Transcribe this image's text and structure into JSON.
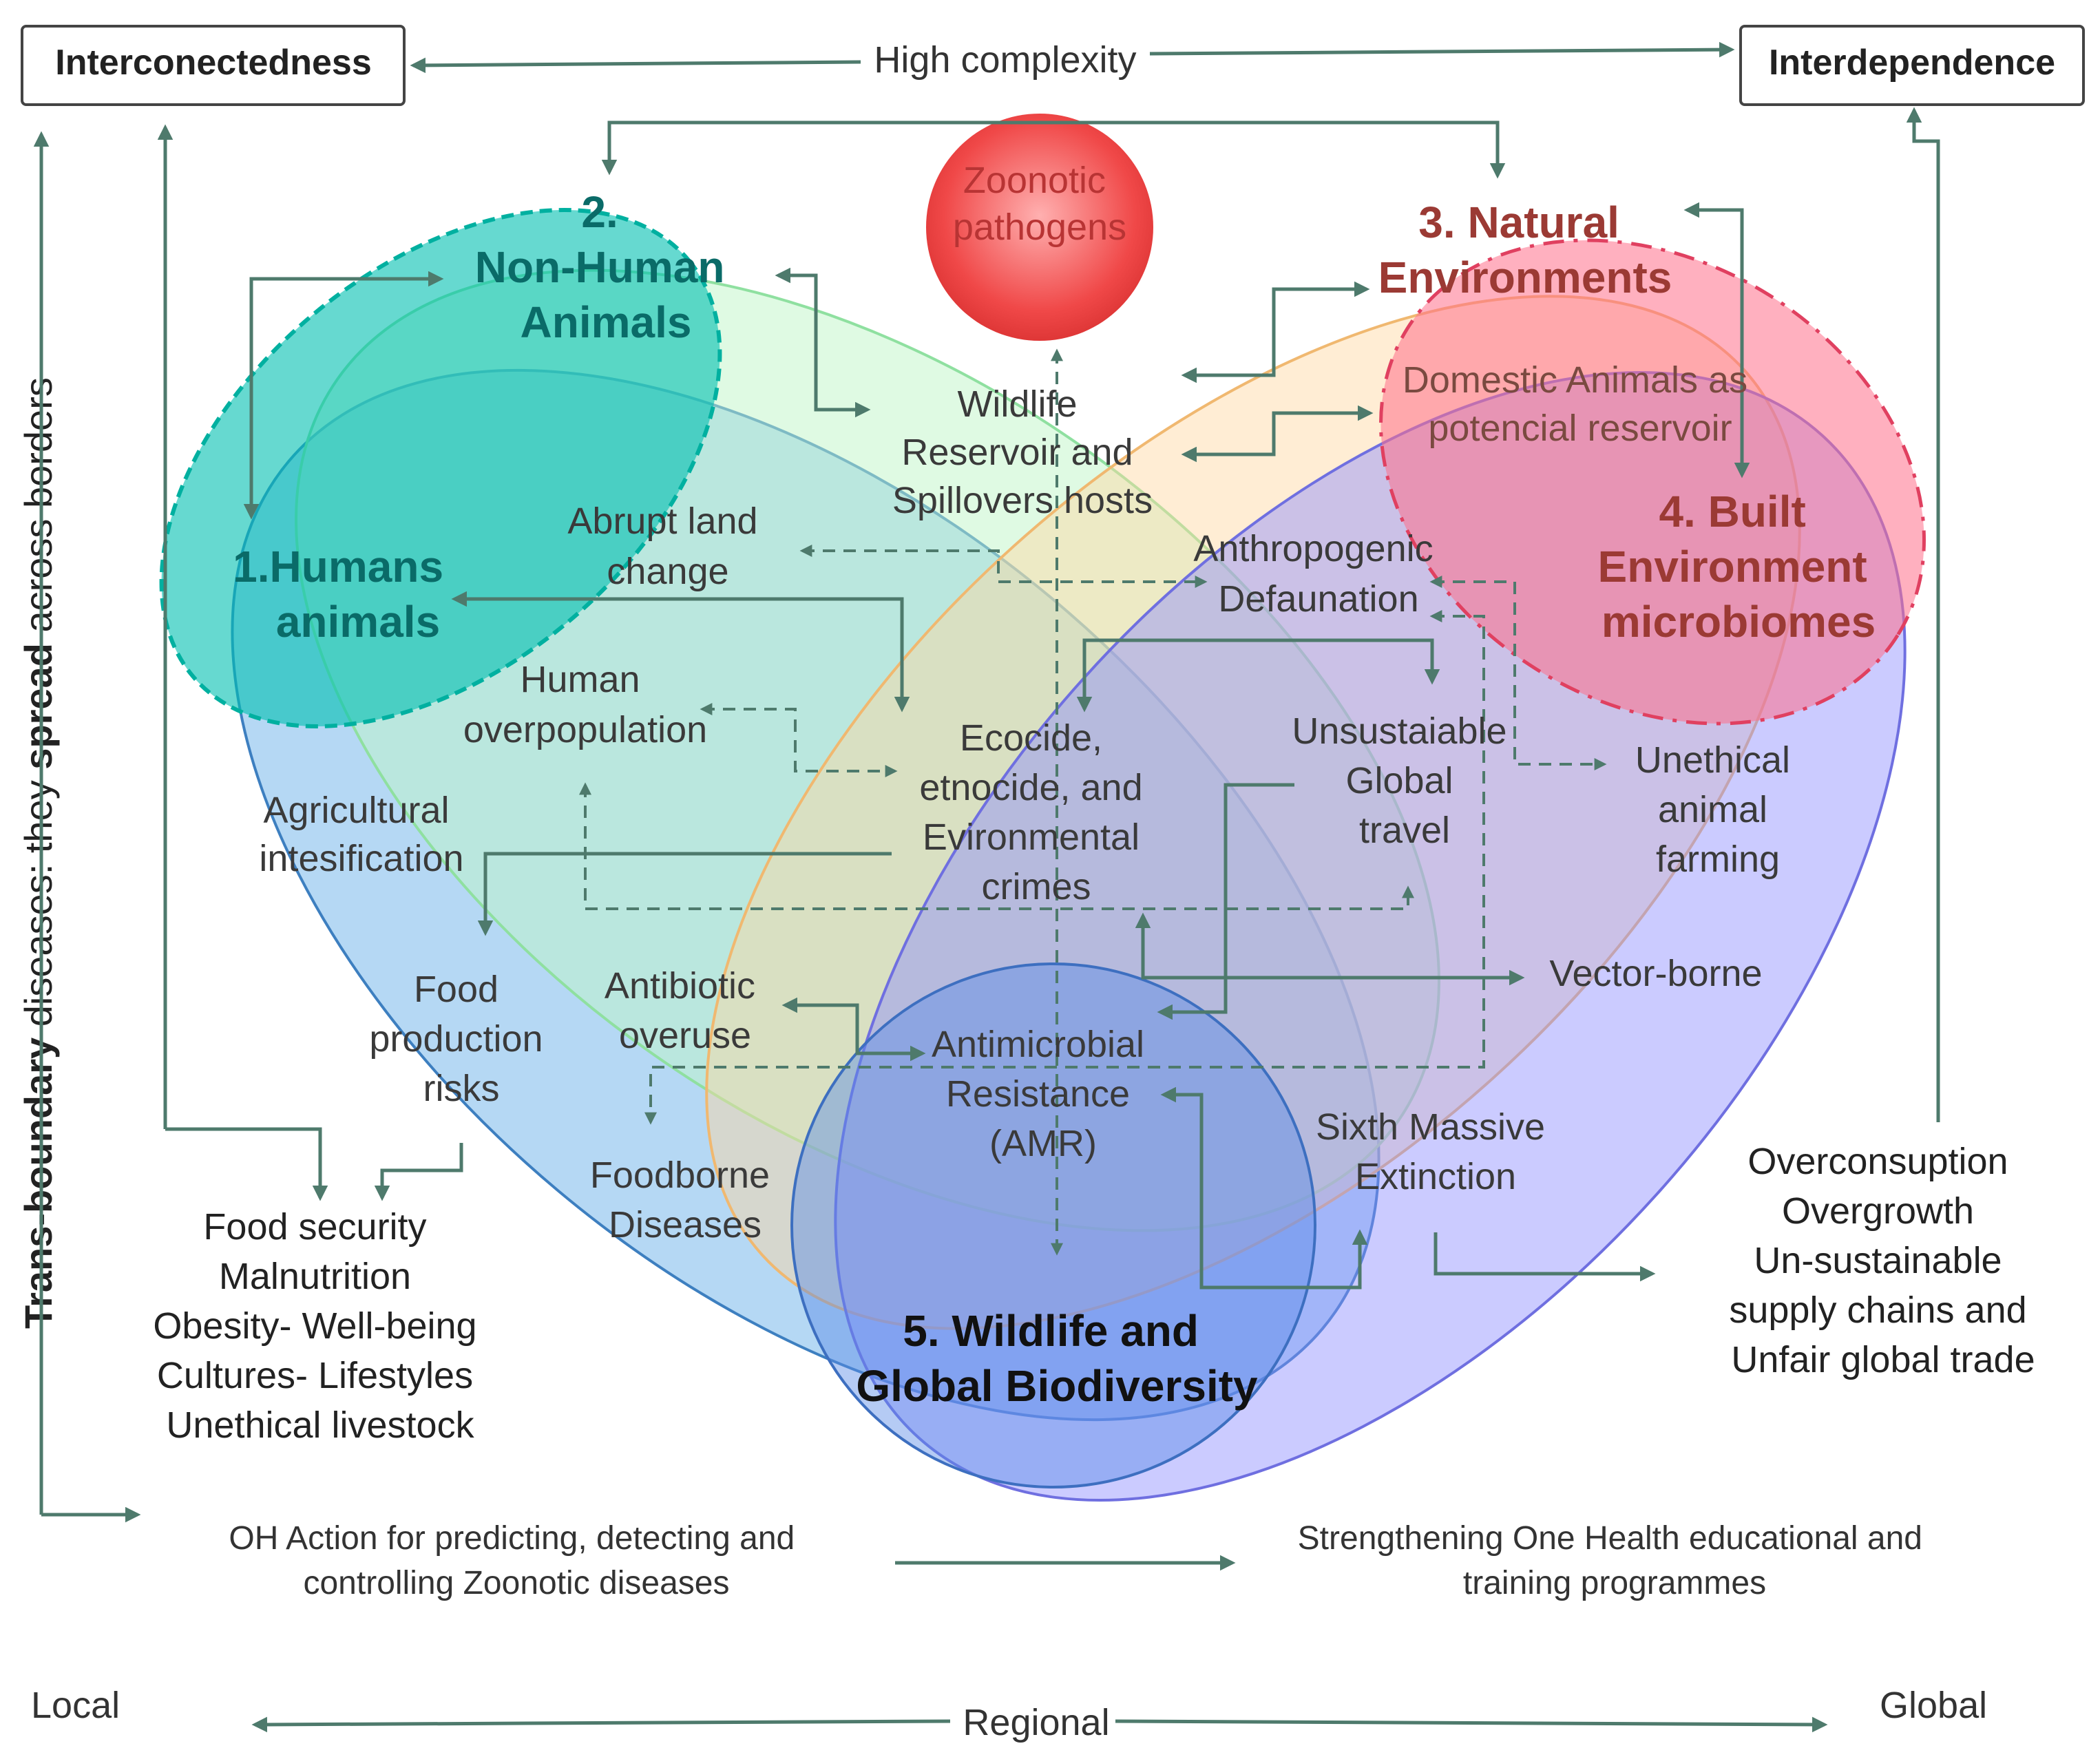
{
  "top": {
    "left_box": "Interconectedness",
    "right_box": "Interdependence",
    "center": "High complexity"
  },
  "side_label": {
    "part1": "Trans-boundary",
    "part2": " diseases: they ",
    "part3": "spread",
    "part4": " across borders"
  },
  "domains": {
    "d1": [
      "1.Humans",
      "animals"
    ],
    "d2": [
      "2.",
      "Non-Human",
      "Animals"
    ],
    "d3": [
      "3. Natural",
      "Environments"
    ],
    "d4": [
      "4. Built",
      "Environment",
      "microbiomes"
    ],
    "d5": [
      "5. Wildlife and",
      "Global Biodiversity"
    ]
  },
  "zoonotic": [
    "Zoonotic",
    "pathogens"
  ],
  "inner": {
    "wildlife_reservoir": [
      "Wildlife",
      "Reservoir and",
      "Spillovers hosts"
    ],
    "domestic_animals": [
      "Domestic Animals as",
      "potencial reservoir"
    ],
    "abrupt_land": [
      "Abrupt land",
      "change"
    ],
    "anthropogenic": [
      "Anthropogenic",
      "Defaunation"
    ],
    "human_overpop": [
      "Human",
      "overpopulation"
    ],
    "ecocide": [
      "Ecocide,",
      "etnocide, and",
      "Evironmental",
      "crimes"
    ],
    "unsustainable_travel": [
      "Unsustaiable",
      "Global",
      "travel"
    ],
    "unethical_farming": [
      "Unethical",
      "animal",
      "farming"
    ],
    "agricultural": [
      "Agricultural",
      "intesification"
    ],
    "food_production": [
      "Food",
      "production",
      "risks"
    ],
    "antibiotic": [
      "Antibiotic",
      "overuse"
    ],
    "amr": [
      "Antimicrobial",
      "Resistance",
      "(AMR)"
    ],
    "vector": "Vector-borne",
    "sixth": [
      "Sixth Massive",
      "Extinction"
    ],
    "foodborne": [
      "Foodborne",
      "Diseases"
    ]
  },
  "left_list": [
    "Food security",
    "Malnutrition",
    "Obesity- Well-being",
    "Cultures- Lifestyles",
    "Unethical  livestock"
  ],
  "right_list": [
    "Overconsuption",
    "Overgrowth",
    "Un-sustainable",
    "supply chains and",
    "Unfair global trade"
  ],
  "bottom": {
    "oh_action": [
      "OH Action for predicting, detecting and",
      "controlling Zoonotic diseases"
    ],
    "strengthening": [
      "Strengthening One Health educational and",
      "training programmes"
    ]
  },
  "scale": {
    "local": "Local",
    "regional": "Regional",
    "global": "Global"
  },
  "colors": {
    "humans": "#00b8b0",
    "nonhuman": "#bff5c8",
    "natural": "#ffd7a0",
    "built": "#ff6f8a",
    "wildlife": "#6f8cff",
    "blue_big": "#5aa8e6",
    "zoonotic": "#f04848",
    "arrow": "#4e7a6c"
  }
}
